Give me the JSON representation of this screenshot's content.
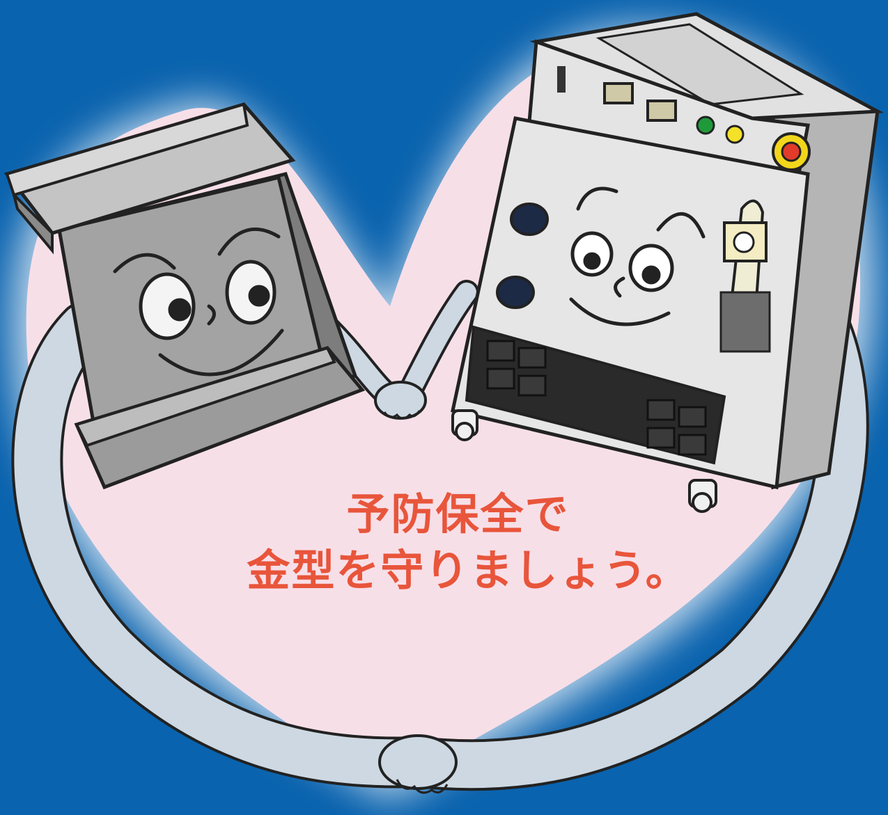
{
  "background_color": "#0a63ae",
  "heart_color": "#f7dfe8",
  "accent_text_color": "#e8553b",
  "slogan": {
    "line1": "予防保全で",
    "line2": "金型を守りましょう。"
  },
  "characters": {
    "left": "die-mold-character",
    "right": "control-machine-character"
  },
  "icons": [
    "handshake-icon",
    "emergency-stop-icon",
    "indicator-lamp-icon"
  ]
}
